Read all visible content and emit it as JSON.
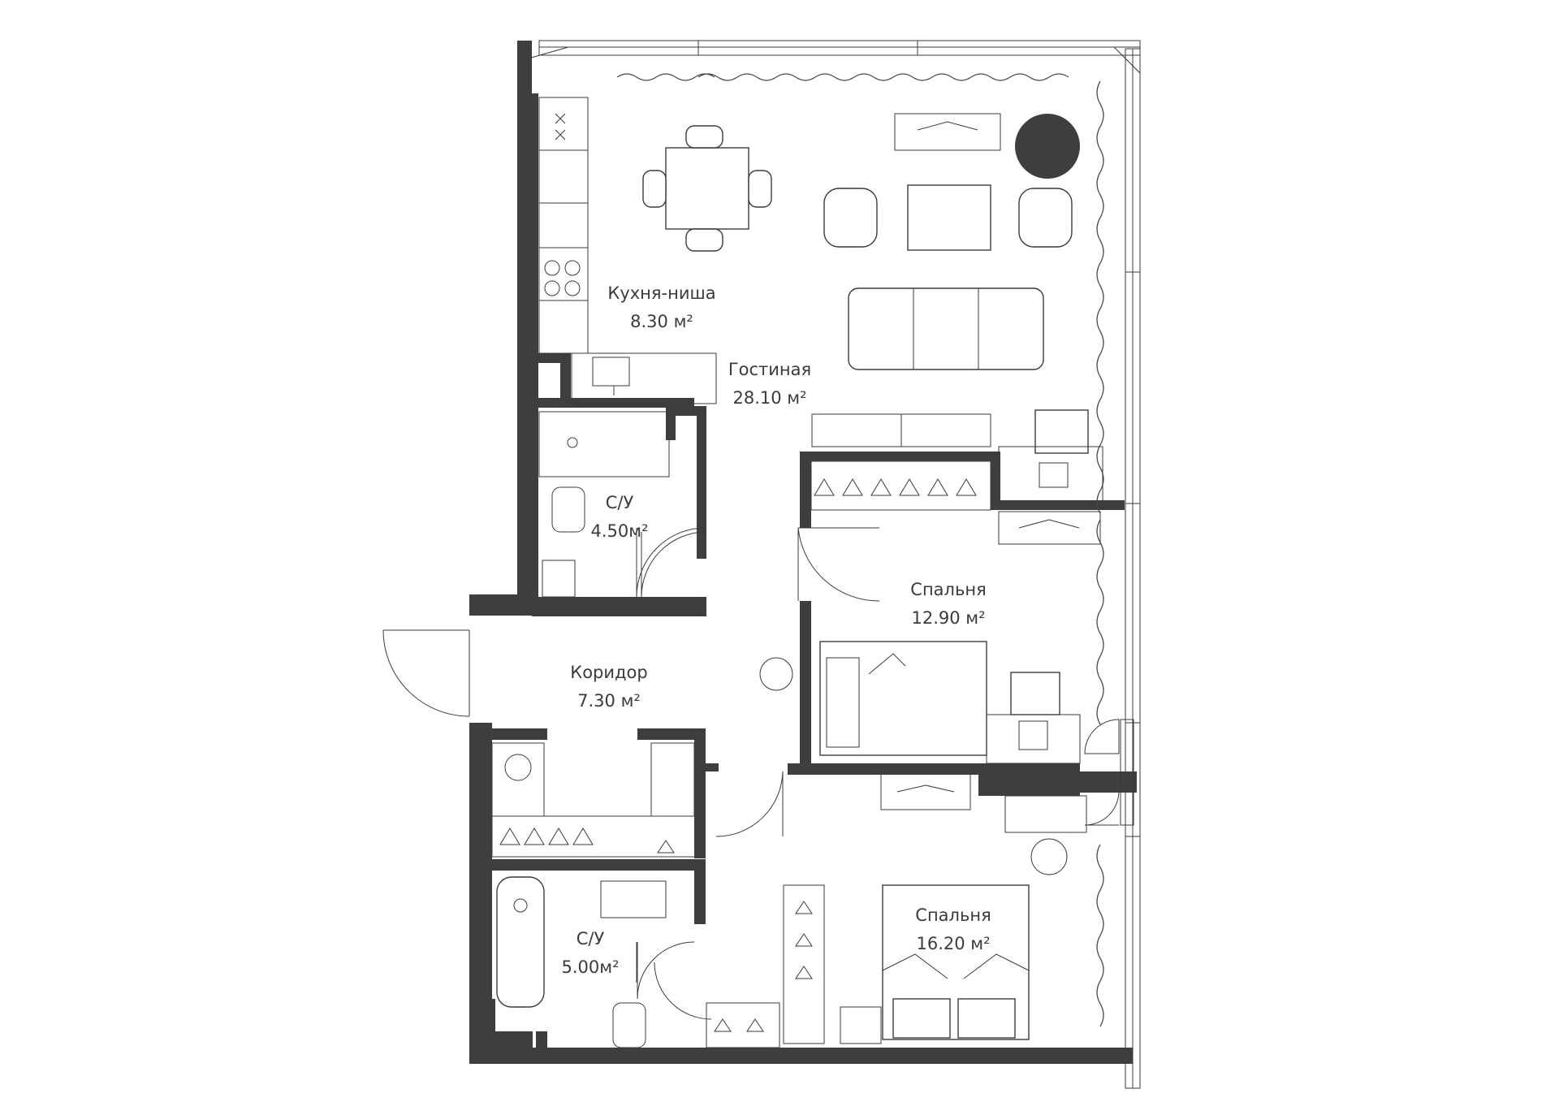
{
  "rooms": [
    {
      "name": "Кухня-ниша",
      "area": "8.30 м²"
    },
    {
      "name": "Гостиная",
      "area": "28.10 м²"
    },
    {
      "name": "С/У",
      "area": "4.50м²"
    },
    {
      "name": "Спальня",
      "area": "12.90 м²"
    },
    {
      "name": "Коридор",
      "area": "7.30 м²"
    },
    {
      "name": "С/У",
      "area": "5.00м²"
    },
    {
      "name": "Спальня",
      "area": "16.20 м²"
    }
  ],
  "colors": {
    "wall": "#3e3e40",
    "line": "#3b3b3b",
    "background": "#ffffff"
  }
}
